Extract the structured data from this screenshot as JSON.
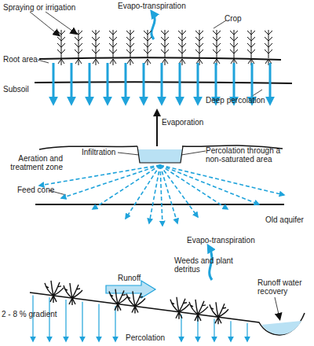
{
  "diagram": {
    "labels": [
      "Spraying or irrigation",
      "Evapo-transpiration",
      "Crop",
      "Root area",
      "Subsoil",
      "Deep percolation",
      "Evaporation",
      "Aeration and treatment zone",
      "Infiltration",
      "Percolation through a non-saturated area",
      "Feed cone",
      "Old aquifer",
      "Evapo-transpiration",
      "Weeds and plant detritus",
      "Runoff",
      "Runoff water recovery",
      "2 - 8 % gradient",
      "Percolation"
    ]
  }
}
